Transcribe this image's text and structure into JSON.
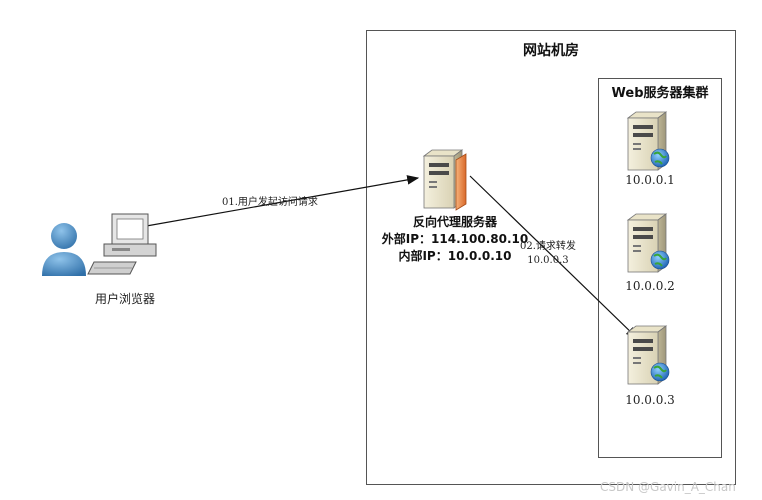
{
  "room": {
    "title": "网站机房"
  },
  "cluster": {
    "title": "Web服务器集群"
  },
  "proxy": {
    "name": "反向代理服务器",
    "external_ip": "外部IP：114.100.80.10",
    "internal_ip": "内部IP：10.0.0.10"
  },
  "user": {
    "label": "用户浏览器"
  },
  "arrows": {
    "request": "01.用户发起访问请求",
    "forward_line1": "02.请求转发",
    "forward_line2": "10.0.0.3"
  },
  "servers": [
    {
      "ip": "10.0.0.1"
    },
    {
      "ip": "10.0.0.2"
    },
    {
      "ip": "10.0.0.3"
    }
  ],
  "watermark": "CSDN @Gavin_A_Chan"
}
